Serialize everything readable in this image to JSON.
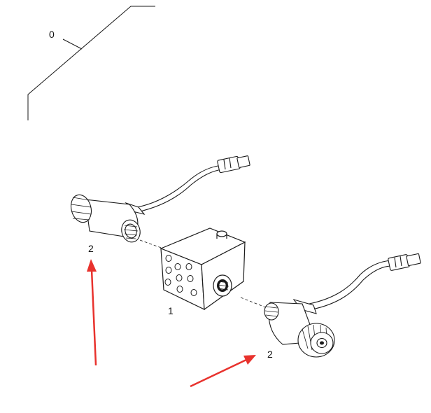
{
  "callouts": {
    "assembly": "0",
    "valve_block": "1",
    "solenoid_left": "2",
    "solenoid_right": "2"
  },
  "colors": {
    "line": "#1a1a1a",
    "arrow": "#e8322d",
    "background": "#ffffff"
  }
}
